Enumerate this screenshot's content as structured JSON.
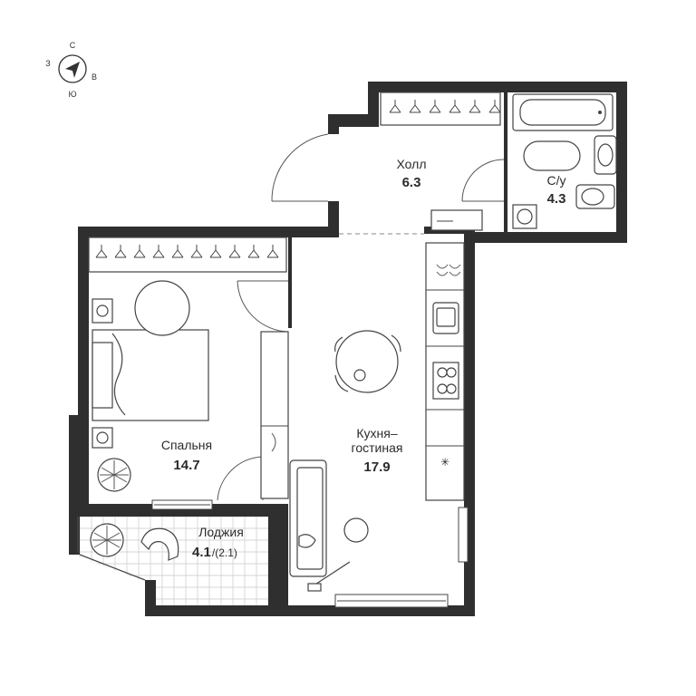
{
  "compass": {
    "north": "С",
    "south": "Ю",
    "east": "В",
    "west": "З"
  },
  "rooms": {
    "hall": {
      "name": "Холл",
      "area": "6.3"
    },
    "bathroom": {
      "name": "С/у",
      "area": "4.3"
    },
    "bedroom": {
      "name": "Спальня",
      "area": "14.7"
    },
    "kitchen": {
      "name_line1": "Кухня–",
      "name_line2": "гостиная",
      "area": "17.9"
    },
    "loggia": {
      "name": "Лоджия",
      "area": "4.1",
      "area_reduced": "/(2.1)"
    }
  }
}
